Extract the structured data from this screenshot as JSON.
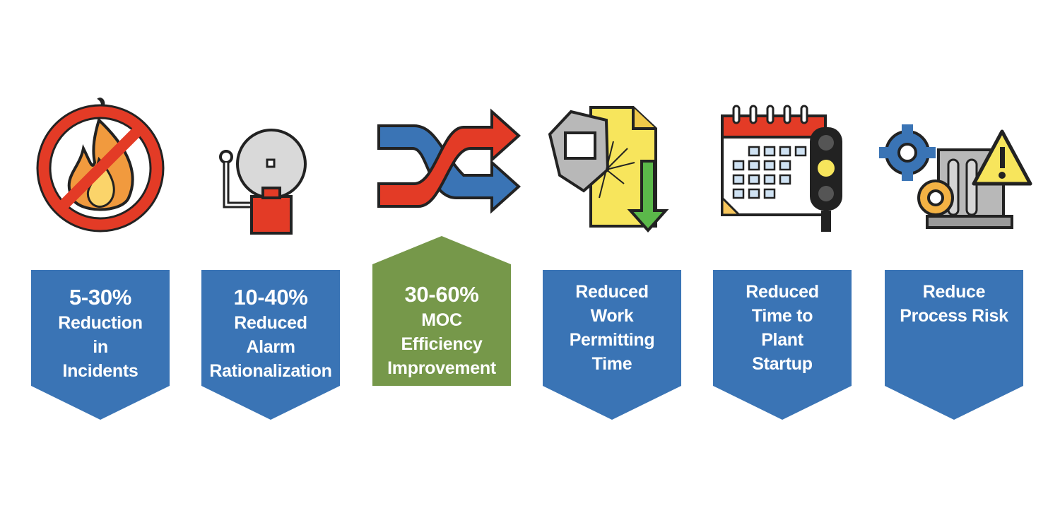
{
  "colors": {
    "blue": "#3a74b5",
    "green": "#76984a",
    "red": "#e33b26",
    "yellow": "#f7e55c",
    "gray": "#b8b8b8"
  },
  "items": [
    {
      "icon": "no-fire-icon",
      "percent": "5-30%",
      "lines": [
        "Reduction",
        "in",
        "Incidents"
      ]
    },
    {
      "icon": "alarm-bell-icon",
      "percent": "10-40%",
      "lines": [
        "Reduced",
        "Alarm",
        "Rationalization"
      ]
    },
    {
      "icon": "shuffle-arrows-icon",
      "percent": "30-60%",
      "lines": [
        "MOC",
        "Efficiency",
        "Improvement"
      ]
    },
    {
      "icon": "welding-permit-icon",
      "percent": "",
      "lines": [
        "Reduced",
        "Work",
        "Permitting",
        "Time"
      ]
    },
    {
      "icon": "calendar-traffic-light-icon",
      "percent": "",
      "lines": [
        "Reduced",
        "Time to",
        "Plant",
        "Startup"
      ]
    },
    {
      "icon": "gears-warning-icon",
      "percent": "",
      "lines": [
        "Reduce",
        "Process Risk"
      ]
    }
  ]
}
